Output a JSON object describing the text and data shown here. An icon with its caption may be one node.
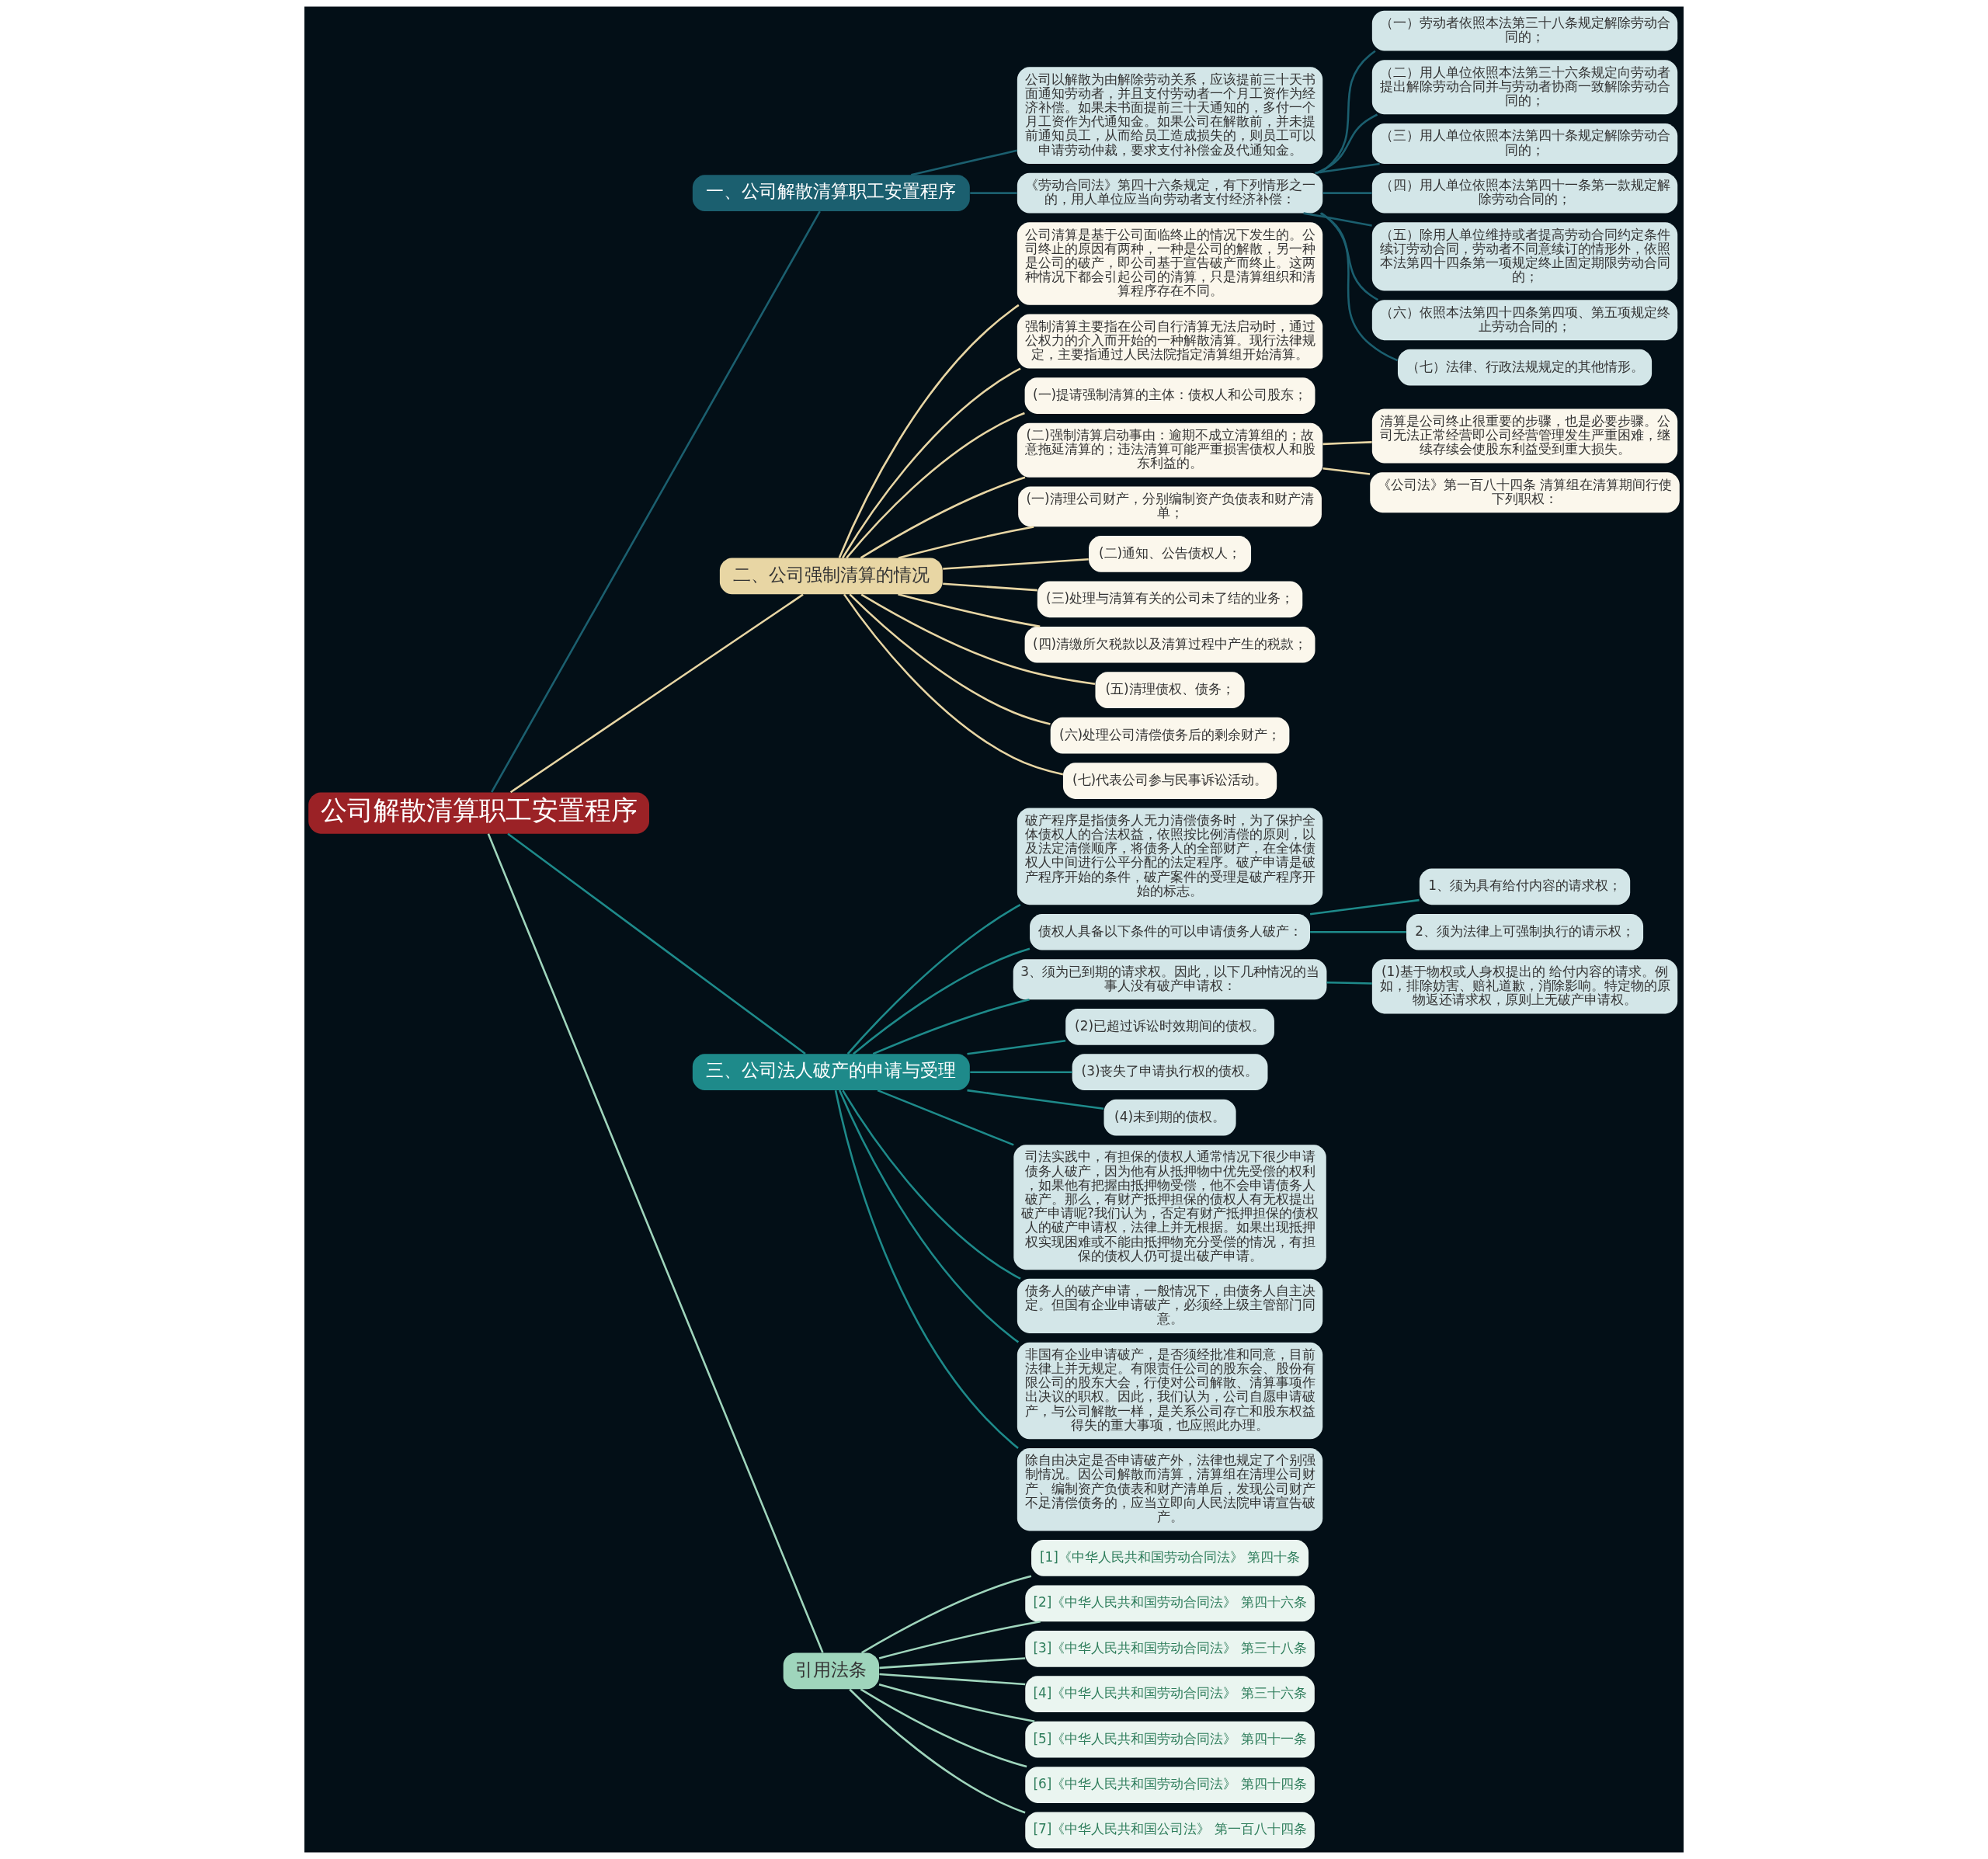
{
  "diagram": {
    "nodes": [
      {
        "text": [
          "公司解散清算职工安置程序"
        ]
      },
      {
        "text": [
          "一、公司解散清算职工安置程序"
        ]
      },
      {
        "text": [
          "公司以解散为由解除劳动关系，应该提前三十天书面通知劳动者，并且支付劳动者一个月工资作为经济补偿。如果未书面提前三十天通知的，多付一个月工资作为代通知金。如果公司在解散前，并未提前通知员工，从而给员工造成损失的，则员工可以申请劳动仲裁，要求支付补偿金及代通知金。"
        ]
      },
      {
        "text": [
          "《劳动合同法》第四十六条规定，有下列情形之一的，用人单位应当向劳动者支付经济补偿："
        ]
      },
      {
        "text": [
          "（一）劳动者依照本法第三十八条规定解除劳动合同的；"
        ]
      },
      {
        "text": [
          "（二）用人单位依照本法第三十六条规定向劳动者提出解除劳动合同并与劳动者协商一致解除劳动合同的；"
        ]
      },
      {
        "text": [
          "（三）用人单位依照本法第四十条规定解除劳动合同的；"
        ]
      },
      {
        "text": [
          "（四）用人单位依照本法第四十一条第一款规定解除劳动合同的；"
        ]
      },
      {
        "text": [
          "（五）除用人单位维持或者提高劳动合同约定条件续订劳动合同，劳动者不同意续订的情形外，依照本法第四十四条第一项规定终止固定期限劳动合同的；"
        ]
      },
      {
        "text": [
          "（六）依照本法第四十四条第四项、第五项规定终止劳动合同的；"
        ]
      },
      {
        "text": [
          "（七）法律、行政法规规定的其他情形。"
        ]
      },
      {
        "text": [
          "二、公司强制清算的情况"
        ]
      },
      {
        "text": [
          "公司清算是基于公司面临终止的情况下发生的。公司终止的原因有两种，一种是公司的解散，另一种是公司的破产，即公司基于宣告破产而终止。这两种情况下都会引起公司的清算，只是清算组织和清算程序存在不同。"
        ]
      },
      {
        "text": [
          "强制清算主要指在公司自行清算无法启动时，通过公权力的介入而开始的一种解散清算。现行法律规定，主要指通过人民法院指定清算组开始清算。"
        ]
      },
      {
        "text": [
          "(一)提请强制清算的主体：债权人和公司股东；"
        ]
      },
      {
        "text": [
          "(二)强制清算启动事由：逾期不成立清算组的；故意拖延清算的；违法清算可能严重损害债权人和股东利益的。"
        ]
      },
      {
        "text": [
          "清算是公司终止很重要的步骤，也是必要步骤。公司无法正常经营即公司经营管理发生严重困难，继续存续会使股东利益受到重大损失。"
        ]
      },
      {
        "text": [
          "《公司法》第一百八十四条 清算组在清算期间行使下列职权："
        ]
      },
      {
        "text": [
          "(一)清理公司财产，分别编制资产负债表和财产清单；"
        ]
      },
      {
        "text": [
          "(二)通知、公告债权人；"
        ]
      },
      {
        "text": [
          "(三)处理与清算有关的公司未了结的业务；"
        ]
      },
      {
        "text": [
          "(四)清缴所欠税款以及清算过程中产生的税款；"
        ]
      },
      {
        "text": [
          "(五)清理债权、债务；"
        ]
      },
      {
        "text": [
          "(六)处理公司清偿债务后的剩余财产；"
        ]
      },
      {
        "text": [
          "(七)代表公司参与民事诉讼活动。"
        ]
      },
      {
        "text": [
          "三、公司法人破产的申请与受理"
        ]
      },
      {
        "text": [
          "破产程序是指债务人无力清偿债务时，为了保护全体债权人的合法权益，依照按比例清偿的原则，以及法定清偿顺序，将债务人的全部财产，在全体债权人中间进行公平分配的法定程序。破产申请是破产程序开始的条件，破产案件的受理是破产程序开始的标志。"
        ]
      },
      {
        "text": [
          "债权人具备以下条件的可以申请债务人破产："
        ]
      },
      {
        "text": [
          "1、须为具有给付内容的请求权；"
        ]
      },
      {
        "text": [
          "2、须为法律上可强制执行的请示权；"
        ]
      },
      {
        "text": [
          "3、须为已到期的请求权。因此，以下几种情况的当事人没有破产申请权："
        ]
      },
      {
        "text": [
          "(1)基于物权或人身权提出的 给付内容的请求。例如，排除妨害、赔礼道歉，消除影响。特定物的原物返还请求权，原则上无破产申请权。"
        ]
      },
      {
        "text": [
          "(2)已超过诉讼时效期间的债权。"
        ]
      },
      {
        "text": [
          "(3)丧失了申请执行权的债权。"
        ]
      },
      {
        "text": [
          "(4)未到期的债权。"
        ]
      },
      {
        "text": [
          "司法实践中，有担保的债权人通常情况下很少申请债务人破产，因为他有从抵押物中优先受偿的权利，如果他有把握由抵押物受偿，他不会申请债务人破产。那么，有财产抵押担保的债权人有无权提出破产申请呢?我们认为，否定有财产抵押担保的债权人的破产申请权，法律上并无根据。如果出现抵押权实现困难或不能由抵押物充分受偿的情况，有担保的债权人仍可提出破产申请。"
        ]
      },
      {
        "text": [
          "债务人的破产申请，一般情况下，由债务人自主决定。但国有企业申请破产，必须经上级主管部门同意。"
        ]
      },
      {
        "text": [
          "非国有企业申请破产，是否须经批准和同意，目前法律上并无规定。有限责任公司的股东会、股份有限公司的股东大会，行使对公司解散、清算事项作出决议的职权。因此，我们认为，公司自愿申请破产，与公司解散一样，是关系公司存亡和股东权益得失的重大事项，也应照此办理。"
        ]
      },
      {
        "text": [
          "除自由决定是否申请破产外，法律也规定了个别强制情况。因公司解散而清算，清算组在清理公司财产、编制资产负债表和财产清单后，发现公司财产不足清偿债务的，应当立即向人民法院申请宣告破产。"
        ]
      },
      {
        "text": [
          "引用法条"
        ]
      },
      {
        "text": [
          "[1]《中华人民共和国劳动合同法》 第四十条"
        ]
      },
      {
        "text": [
          "[2]《中华人民共和国劳动合同法》 第四十六条"
        ]
      },
      {
        "text": [
          "[3]《中华人民共和国劳动合同法》 第三十八条"
        ]
      },
      {
        "text": [
          "[4]《中华人民共和国劳动合同法》 第三十六条"
        ]
      },
      {
        "text": [
          "[5]《中华人民共和国劳动合同法》 第四十一条"
        ]
      },
      {
        "text": [
          "[6]《中华人民共和国劳动合同法》 第四十四条"
        ]
      },
      {
        "text": [
          "[7]《中华人民共和国公司法》 第一百八十四条"
        ]
      }
    ],
    "edges": [
      {
        "from": 0,
        "to": 1,
        "arrow": "none",
        "color": "#1b5f6f"
      },
      {
        "from": 1,
        "to": 2,
        "arrow": "none",
        "color": "#1b5f6f"
      },
      {
        "from": 1,
        "to": 3,
        "arrow": "none",
        "color": "#1b5f6f"
      },
      {
        "from": 3,
        "to": 4,
        "arrow": "none",
        "color": "#1b5f6f"
      },
      {
        "from": 3,
        "to": 5,
        "arrow": "none",
        "color": "#1b5f6f"
      },
      {
        "from": 3,
        "to": 6,
        "arrow": "none",
        "color": "#1b5f6f"
      },
      {
        "from": 3,
        "to": 7,
        "arrow": "none",
        "color": "#1b5f6f"
      },
      {
        "from": 3,
        "to": 8,
        "arrow": "none",
        "color": "#1b5f6f"
      },
      {
        "from": 3,
        "to": 9,
        "arrow": "none",
        "color": "#1b5f6f"
      },
      {
        "from": 3,
        "to": 10,
        "arrow": "none",
        "color": "#1b5f6f"
      },
      {
        "from": 0,
        "to": 11,
        "arrow": "none",
        "color": "#e8d6a4"
      },
      {
        "from": 11,
        "to": 12,
        "arrow": "none",
        "color": "#e8d6a4"
      },
      {
        "from": 11,
        "to": 13,
        "arrow": "none",
        "color": "#e8d6a4"
      },
      {
        "from": 11,
        "to": 14,
        "arrow": "none",
        "color": "#e8d6a4"
      },
      {
        "from": 11,
        "to": 15,
        "arrow": "none",
        "color": "#e8d6a4"
      },
      {
        "from": 15,
        "to": 16,
        "arrow": "none",
        "color": "#e8d6a4"
      },
      {
        "from": 15,
        "to": 17,
        "arrow": "none",
        "color": "#e8d6a4"
      },
      {
        "from": 11,
        "to": 18,
        "arrow": "none",
        "color": "#e8d6a4"
      },
      {
        "from": 11,
        "to": 19,
        "arrow": "none",
        "color": "#e8d6a4"
      },
      {
        "from": 11,
        "to": 20,
        "arrow": "none",
        "color": "#e8d6a4"
      },
      {
        "from": 11,
        "to": 21,
        "arrow": "none",
        "color": "#e8d6a4"
      },
      {
        "from": 11,
        "to": 22,
        "arrow": "none",
        "color": "#e8d6a4"
      },
      {
        "from": 11,
        "to": 23,
        "arrow": "none",
        "color": "#e8d6a4"
      },
      {
        "from": 11,
        "to": 24,
        "arrow": "none",
        "color": "#e8d6a4"
      },
      {
        "from": 0,
        "to": 25,
        "arrow": "none",
        "color": "#1e8a8a"
      },
      {
        "from": 25,
        "to": 26,
        "arrow": "none",
        "color": "#1e8a8a"
      },
      {
        "from": 25,
        "to": 27,
        "arrow": "none",
        "color": "#1e8a8a"
      },
      {
        "from": 27,
        "to": 28,
        "arrow": "none",
        "color": "#1e8a8a"
      },
      {
        "from": 27,
        "to": 29,
        "arrow": "none",
        "color": "#1e8a8a"
      },
      {
        "from": 25,
        "to": 30,
        "arrow": "none",
        "color": "#1e8a8a"
      },
      {
        "from": 30,
        "to": 31,
        "arrow": "none",
        "color": "#1e8a8a"
      },
      {
        "from": 25,
        "to": 32,
        "arrow": "none",
        "color": "#1e8a8a"
      },
      {
        "from": 25,
        "to": 33,
        "arrow": "none",
        "color": "#1e8a8a"
      },
      {
        "from": 25,
        "to": 34,
        "arrow": "none",
        "color": "#1e8a8a"
      },
      {
        "from": 25,
        "to": 35,
        "arrow": "none",
        "color": "#1e8a8a"
      },
      {
        "from": 25,
        "to": 36,
        "arrow": "none",
        "color": "#1e8a8a"
      },
      {
        "from": 25,
        "to": 37,
        "arrow": "none",
        "color": "#1e8a8a"
      },
      {
        "from": 25,
        "to": 38,
        "arrow": "none",
        "color": "#1e8a8a"
      },
      {
        "from": 0,
        "to": 39,
        "arrow": "none",
        "color": "#9fd5bc"
      },
      {
        "from": 39,
        "to": 40,
        "arrow": "none",
        "color": "#9fd5bc"
      },
      {
        "from": 39,
        "to": 41,
        "arrow": "none",
        "color": "#9fd5bc"
      },
      {
        "from": 39,
        "to": 42,
        "arrow": "none",
        "color": "#9fd5bc"
      },
      {
        "from": 39,
        "to": 43,
        "arrow": "none",
        "color": "#9fd5bc"
      },
      {
        "from": 39,
        "to": 44,
        "arrow": "none",
        "color": "#9fd5bc"
      },
      {
        "from": 39,
        "to": 45,
        "arrow": "none",
        "color": "#9fd5bc"
      },
      {
        "from": 39,
        "to": 46,
        "arrow": "none",
        "color": "#9fd5bc"
      }
    ]
  }
}
